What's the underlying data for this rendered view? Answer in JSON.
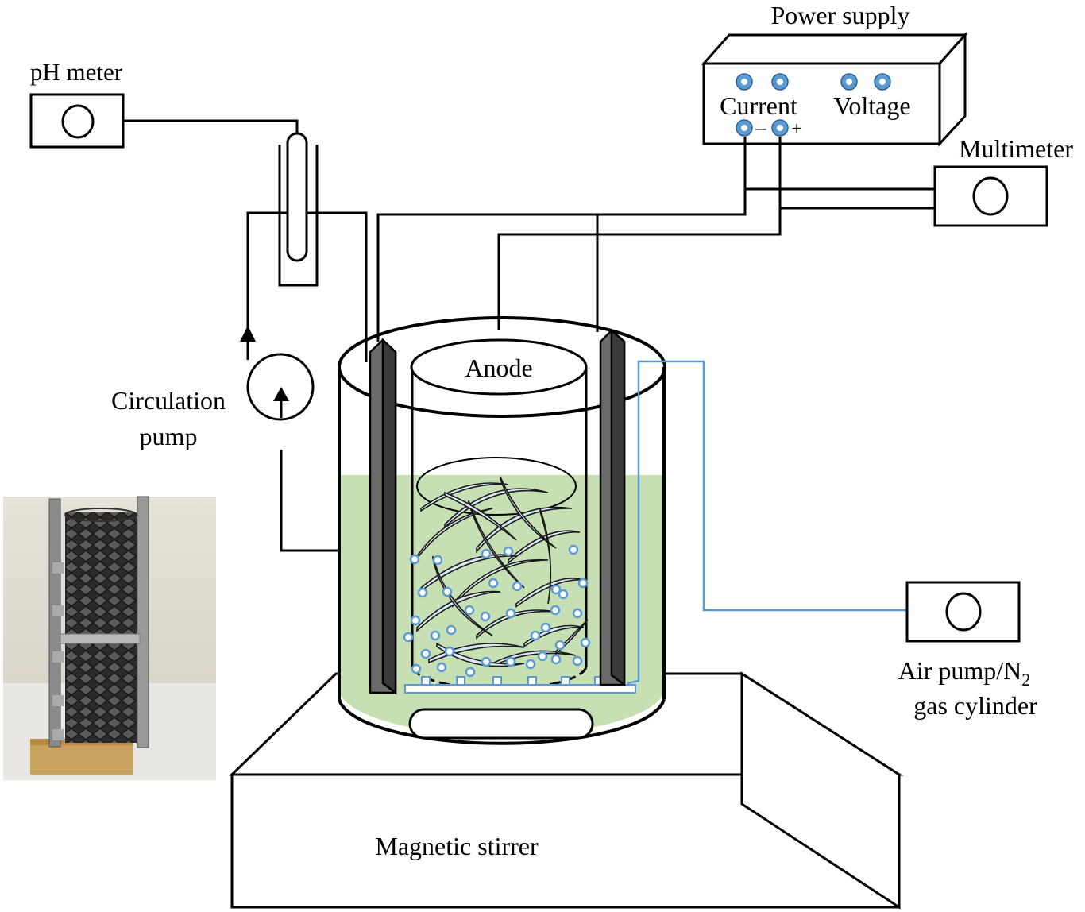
{
  "labels": {
    "power_supply": "Power supply",
    "current": "Current",
    "voltage": "Voltage",
    "minus": "–",
    "plus": "+",
    "multimeter": "Multimeter",
    "ph_meter": "pH meter",
    "circulation_line1": "Circulation",
    "circulation_line2": "pump",
    "anode": "Anode",
    "air_pump_line1": "Air pump/N",
    "air_pump_sub": "2",
    "air_pump_line2": "gas cylinder",
    "magnetic_stirrer": "Magnetic stirrer"
  },
  "colors": {
    "electrolyte": "#c6e0b4",
    "cathode_plate": "#6b6b6b",
    "air_line": "#5b9bd5",
    "terminal": "#5b9bd5",
    "bubble": "#5b9bd5",
    "chip": "#dbe6f4"
  },
  "inset_photo": {
    "description_icon": "reactor-photo"
  }
}
